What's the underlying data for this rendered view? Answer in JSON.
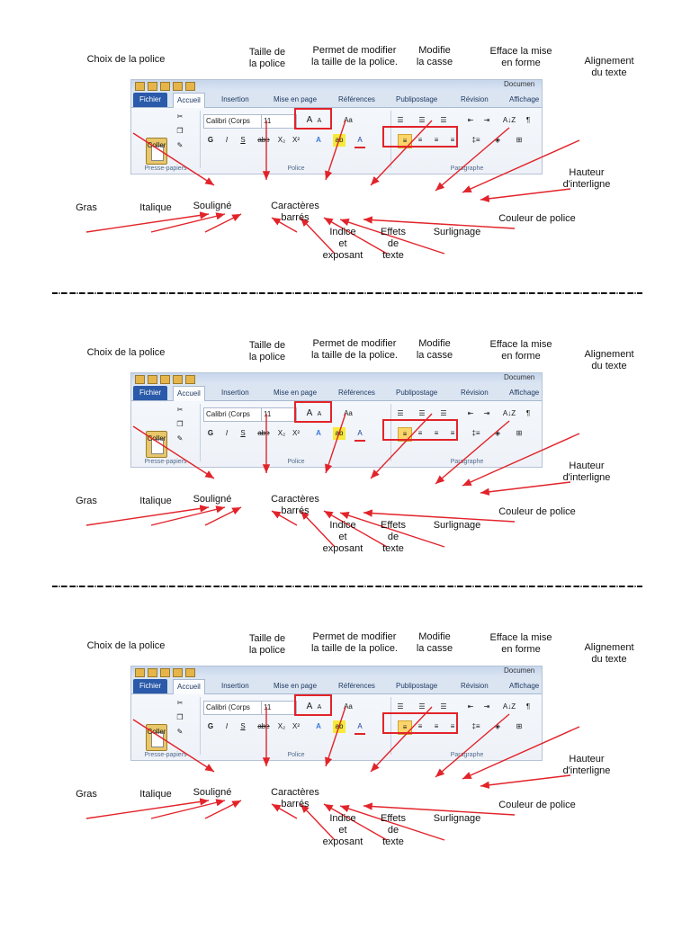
{
  "ribbon": {
    "window_title_fragment": "Documen",
    "tabs": [
      "Fichier",
      "Accueil",
      "Insertion",
      "Mise en page",
      "Références",
      "Publipostage",
      "Révision",
      "Affichage"
    ],
    "clipboard": {
      "paste_label": "Coller",
      "group_label": "Presse-papiers"
    },
    "font": {
      "font_name": "Calibri (Corps",
      "font_size": "11",
      "grow": "A",
      "shrink": "A",
      "case": "Aa",
      "bold": "G",
      "italic": "I",
      "underline": "S",
      "strike": "abe",
      "subscript": "X₂",
      "superscript": "X²",
      "effects": "A",
      "highlight": "ab",
      "color": "A",
      "group_label": "Police"
    },
    "paragraph": {
      "sort": "A↓Z",
      "pilcrow": "¶",
      "line_spacing": "‡≡",
      "group_label": "Paragraphe"
    }
  },
  "labels": {
    "police": "Choix de la police",
    "taille": "Taille de\nla police",
    "modifier_taille": "Permet de modifier\nla taille de la police.",
    "casse": "Modifie\nla casse",
    "efface": "Efface la mise\nen forme",
    "alignement": "Alignement\ndu texte",
    "gras": "Gras",
    "italique": "Italique",
    "souligne": "Souligné",
    "barres": "Caractères\nbarrés",
    "indice": "Indice\net\nexposant",
    "effets": "Effets\nde\ntexte",
    "surlignage": "Surlignage",
    "couleur": "Couleur de police",
    "interligne": "Hauteur\nd'interligne"
  },
  "colors": {
    "arrow": "#e2232a",
    "file_tab": "#2a5aa9",
    "align_active": "#fbd56a"
  }
}
